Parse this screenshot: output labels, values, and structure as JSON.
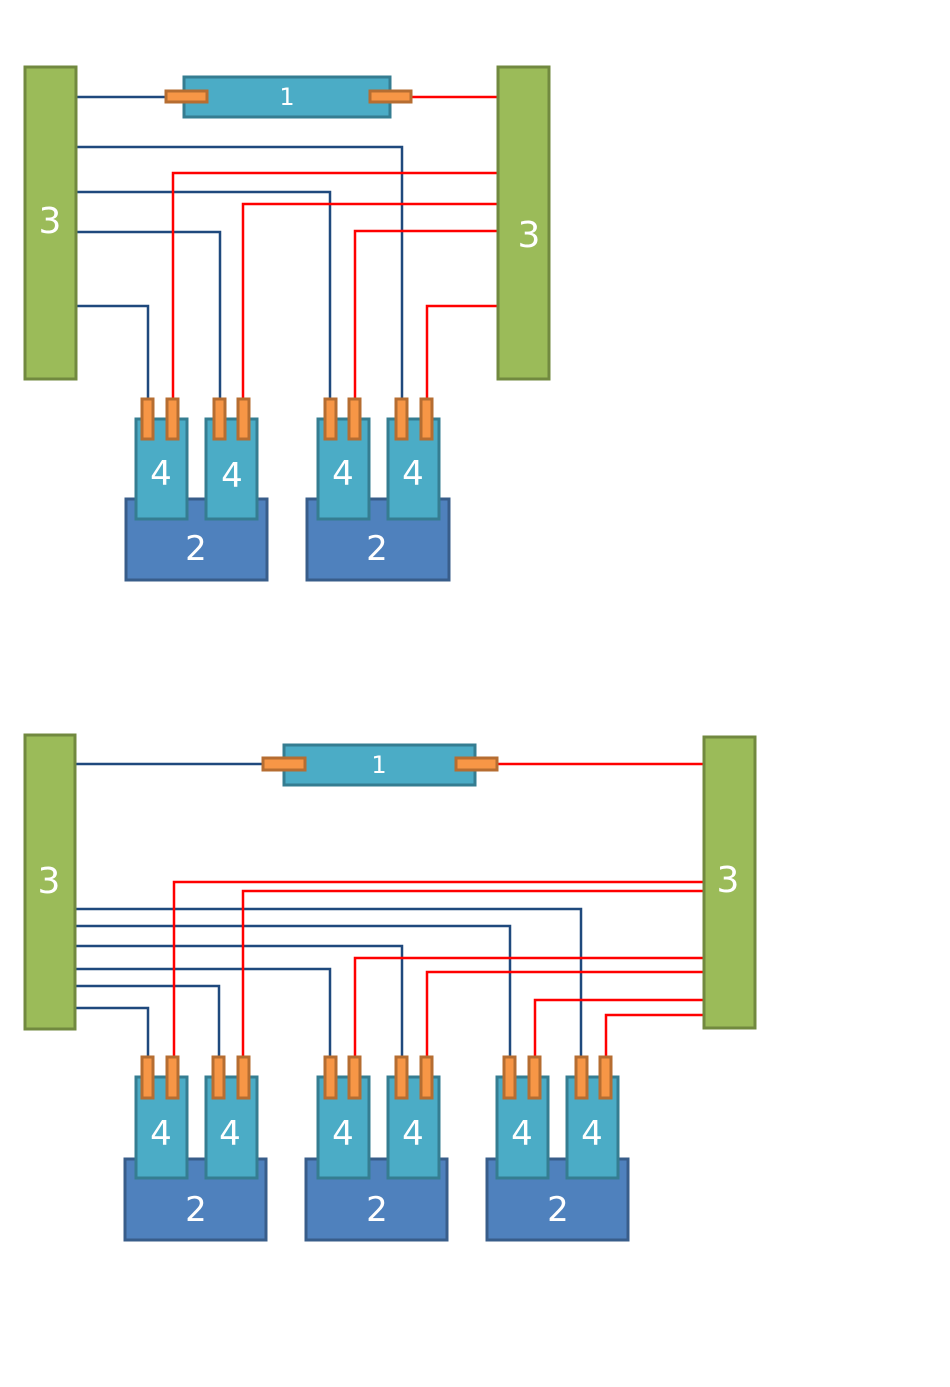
{
  "colors": {
    "rail": "#9bbb59",
    "tube": "#4bacc6",
    "base": "#4f81bd",
    "module": "#4bacc6",
    "pin": "#f79646",
    "wire_blue": "#1f497d",
    "wire_red": "#ff0000"
  },
  "top": {
    "tube_label": "1",
    "left_rail_label": "3",
    "right_rail_label": "3",
    "groups": [
      {
        "base_label": "2",
        "module_labels": [
          "4",
          "4"
        ]
      },
      {
        "base_label": "2",
        "module_labels": [
          "4",
          "4"
        ]
      }
    ]
  },
  "bottom": {
    "tube_label": "1",
    "left_rail_label": "3",
    "right_rail_label": "3",
    "groups": [
      {
        "base_label": "2",
        "module_labels": [
          "4",
          "4"
        ]
      },
      {
        "base_label": "2",
        "module_labels": [
          "4",
          "4"
        ]
      },
      {
        "base_label": "2",
        "module_labels": [
          "4",
          "4"
        ]
      }
    ]
  }
}
